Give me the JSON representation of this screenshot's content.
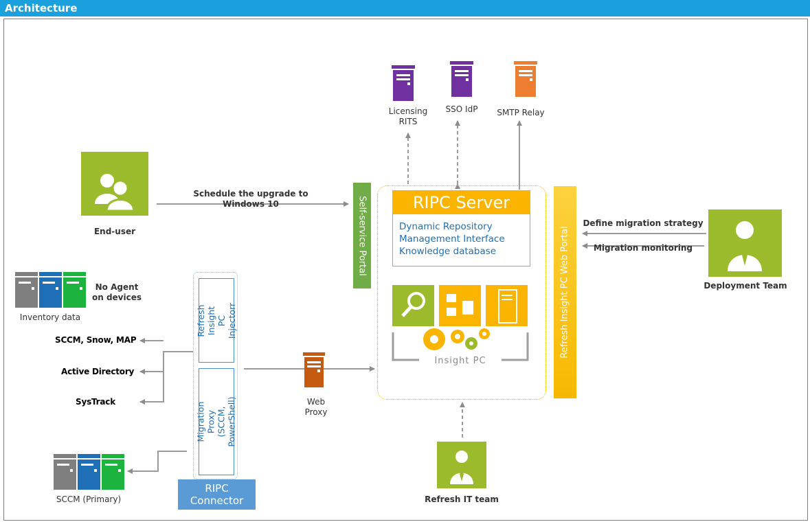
{
  "header": {
    "title": "Architecture"
  },
  "colors": {
    "accent_blue": "#1aa0dc",
    "person_green": "#9bbb2c",
    "server_yellow": "#fbb500",
    "portal_green": "#70ad47",
    "connector_blue": "#5b9bd5",
    "purple": "#7030a0",
    "orange": "#ed7d31"
  },
  "services": {
    "licensing": "Licensing\nRITS",
    "sso": "SSO IdP",
    "smtp": "SMTP Relay"
  },
  "actors": {
    "end_user": "End-user",
    "deployment_team": "Deployment Team",
    "refresh_it": "Refresh IT team"
  },
  "flows": {
    "schedule": "Schedule the upgrade to\nWindows 10",
    "define": "Define migration strategy",
    "monitoring": "Migration monitoring"
  },
  "portals": {
    "self_service": "Self-service Portal",
    "web_portal": "Refresh Insight PC Web Portal"
  },
  "server": {
    "title": "RIPC Server",
    "lines": [
      "Dynamic Repository",
      "Management Interface",
      "Knowledge database"
    ],
    "logo": "Insight PC"
  },
  "inventory": {
    "caption": "Inventory data",
    "no_agent": "No Agent\non devices"
  },
  "integrations": [
    "SCCM, Snow, MAP",
    "Active Directory",
    "SysTrack"
  ],
  "connector": {
    "injector": "Refresh Insight PC\nInjectorr",
    "proxy": "Migration Proxy\n(SCCM, PowerShell)",
    "label": "RIPC\nConnector"
  },
  "web_proxy": "Web\nProxy",
  "sccm_primary": "SCCM (Primary)"
}
